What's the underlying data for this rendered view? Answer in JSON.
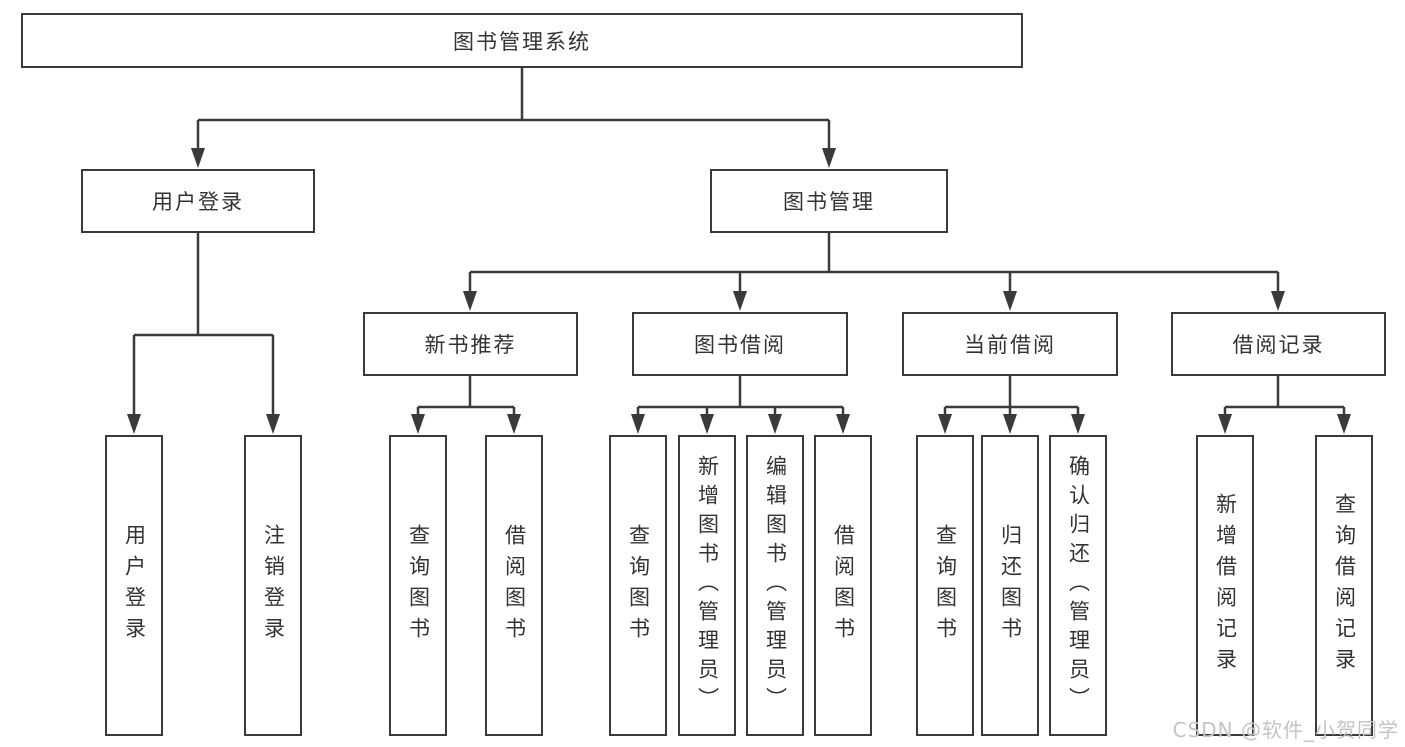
{
  "title": "图书管理系统",
  "branches": {
    "left": {
      "label": "用户登录",
      "children": [
        "用户登录",
        "注销登录"
      ]
    },
    "right": {
      "label": "图书管理",
      "sections": [
        {
          "label": "新书推荐",
          "children": [
            "查询图书",
            "借阅图书"
          ]
        },
        {
          "label": "图书借阅",
          "children": [
            "查询图书",
            "新增图书（管理员）",
            "编辑图书（管理员）",
            "借阅图书"
          ]
        },
        {
          "label": "当前借阅",
          "children": [
            "查询图书",
            "归还图书",
            "确认归还（管理员）"
          ]
        },
        {
          "label": "借阅记录",
          "children": [
            "新增借阅记录",
            "查询借阅记录"
          ]
        }
      ]
    }
  },
  "watermark": "CSDN @软件_小贺同学",
  "colors": {
    "line": "#3a3a3a",
    "text": "#333333",
    "watermark": "#c4c4c4",
    "background": "#ffffff"
  }
}
